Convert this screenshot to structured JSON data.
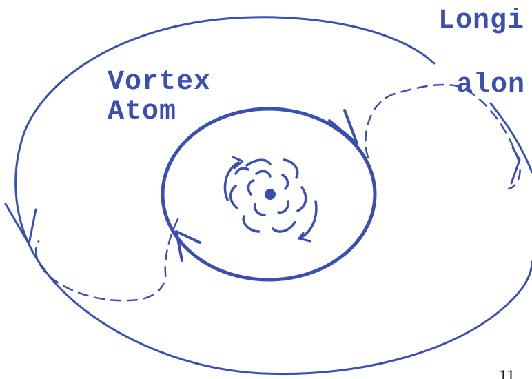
{
  "labels": {
    "vortex": "Vortex",
    "atom": "Atom",
    "longi": "Longi",
    "along": "alon"
  },
  "page_number": "11",
  "colors": {
    "ink": "#3a4fb2",
    "paper": "#ffffff",
    "page_number": "#222222"
  }
}
